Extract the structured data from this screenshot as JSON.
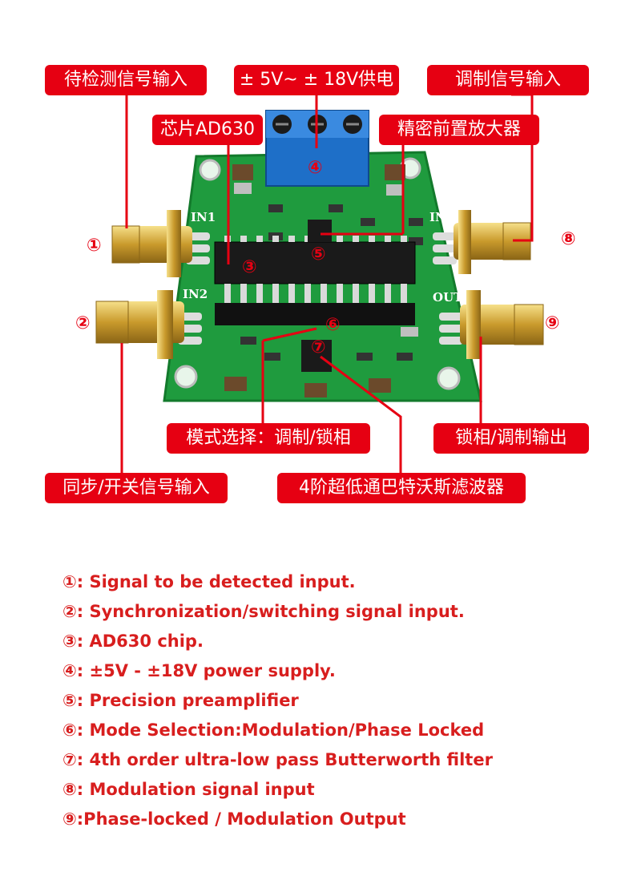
{
  "labels": {
    "signal_input": "待检测信号输入",
    "power": "± 5V~ ± 18V供电",
    "mod_input": "调制信号输入",
    "chip": "芯片AD630",
    "preamp": "精密前置放大器",
    "mode_select": "模式选择：调制/锁相",
    "lock_output": "锁相/调制输出",
    "sync_input": "同步/开关信号输入",
    "filter": "4阶超低通巴特沃斯滤波器"
  },
  "markers": [
    "①",
    "②",
    "③",
    "④",
    "⑤",
    "⑥",
    "⑦",
    "⑧",
    "⑨"
  ],
  "pcb_silkscreen": {
    "in1": "IN1",
    "in2": "IN2",
    "in3": "IN3",
    "out": "OUT"
  },
  "legend": [
    "①: Signal to be detected input.",
    "②: Synchronization/switching signal input.",
    "③: AD630 chip.",
    "④: ±5V - ±18V power supply.",
    "⑤: Precision preamplifier",
    "⑥: Mode Selection:Modulation/Phase Locked",
    "⑦: 4th order ultra-low pass Butterworth filter",
    "⑧: Modulation signal input",
    "⑨:Phase-locked / Modulation Output"
  ],
  "colors": {
    "accent": "#e60012",
    "pcb": "#1f9b3e",
    "terminal": "#1e6fc8",
    "legend_text": "#d81e1e"
  }
}
